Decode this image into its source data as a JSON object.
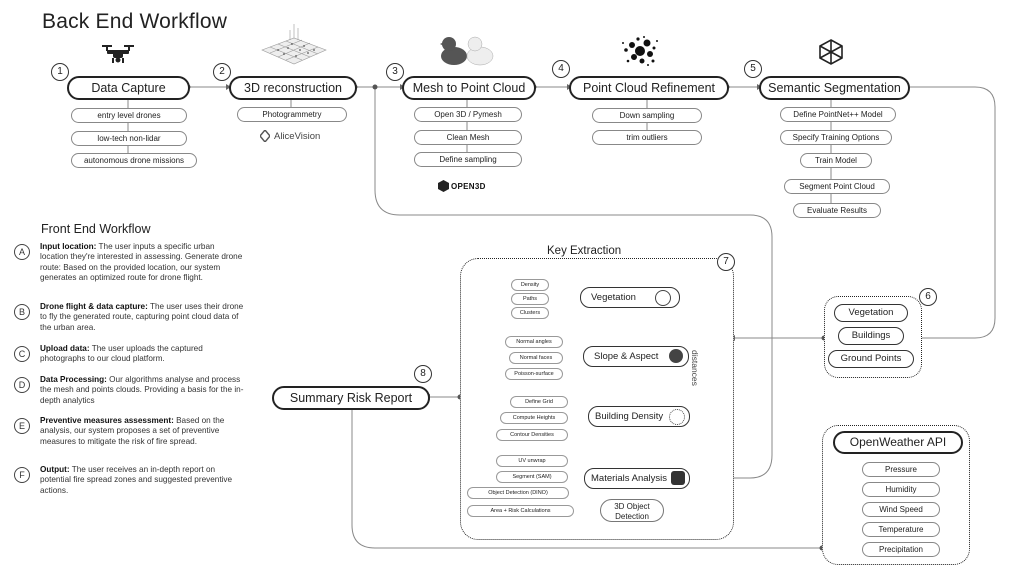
{
  "title": "Back End Workflow",
  "steps": [
    {
      "num": "1",
      "label": "Data Capture",
      "items": [
        "entry level drones",
        "low-tech non-lidar",
        "autonomous drone missions"
      ]
    },
    {
      "num": "2",
      "label": "3D reconstruction",
      "items": [
        "Photogrammetry"
      ],
      "logo": "AliceVision"
    },
    {
      "num": "3",
      "label": "Mesh to Point Cloud",
      "items": [
        "Open 3D / Pymesh",
        "Clean Mesh",
        "Define sampling"
      ],
      "logo": "OPEN3D"
    },
    {
      "num": "4",
      "label": "Point Cloud Refinement",
      "items": [
        "Down sampling",
        "trim outliers"
      ]
    },
    {
      "num": "5",
      "label": "Semantic Segmentation",
      "items": [
        "Define PointNet++ Model",
        "Specify Training Options",
        "Train Model",
        "Segment Point Cloud",
        "Evaluate Results"
      ]
    }
  ],
  "front_end": {
    "title": "Front End Workflow",
    "items": [
      {
        "letter": "A",
        "heading": "Input location:",
        "text": " The user inputs a specific urban location they're interested in assessing. Generate drone route: Based on the provided location, our system generates an optimized route for drone flight."
      },
      {
        "letter": "B",
        "heading": "Drone flight & data capture:",
        "text": " The user uses their drone to fly the generated route, capturing point cloud data of the urban area."
      },
      {
        "letter": "C",
        "heading": "Upload data:",
        "text": " The user uploads the captured photographs to our cloud platform."
      },
      {
        "letter": "D",
        "heading": "Data Processing:",
        "text": " Our algorithms analyse and process the mesh and points clouds. Providing a basis for the in-depth analytics"
      },
      {
        "letter": "E",
        "heading": "Preventive measures assessment:",
        "text": " Based on the analysis, our system proposes a set of preventive measures to mitigate the risk of fire spread."
      },
      {
        "letter": "F",
        "heading": "Output:",
        "text": " The user receives an in-depth report on potential fire spread zones and suggested preventive actions."
      }
    ]
  },
  "key_extraction": {
    "title": "Key Extraction",
    "num": "7",
    "distances_label": "distances",
    "groups": [
      {
        "label": "Vegetation",
        "items": [
          "Density",
          "Paths",
          "Clusters"
        ]
      },
      {
        "label": "Slope & Aspect",
        "items": [
          "Normal angles",
          "Normal faces",
          "Poisson-surface"
        ]
      },
      {
        "label": "Building Density",
        "items": [
          "Define Grid",
          "Compute Heights",
          "Contour Densities"
        ]
      },
      {
        "label": "Materials Analysis",
        "items": [
          "UV unwrap",
          "Segment (SAM)",
          "Object Detection (DINO)",
          "Area + Risk Calculations"
        ],
        "extra": "3D Object Detection"
      }
    ]
  },
  "classes": {
    "num": "6",
    "items": [
      "Vegetation",
      "Buildings",
      "Ground Points"
    ]
  },
  "report": {
    "num": "8",
    "label": "Summary Risk Report"
  },
  "weather": {
    "label": "OpenWeather API",
    "items": [
      "Pressure",
      "Humidity",
      "Wind Speed",
      "Temperature",
      "Precipitation"
    ]
  }
}
